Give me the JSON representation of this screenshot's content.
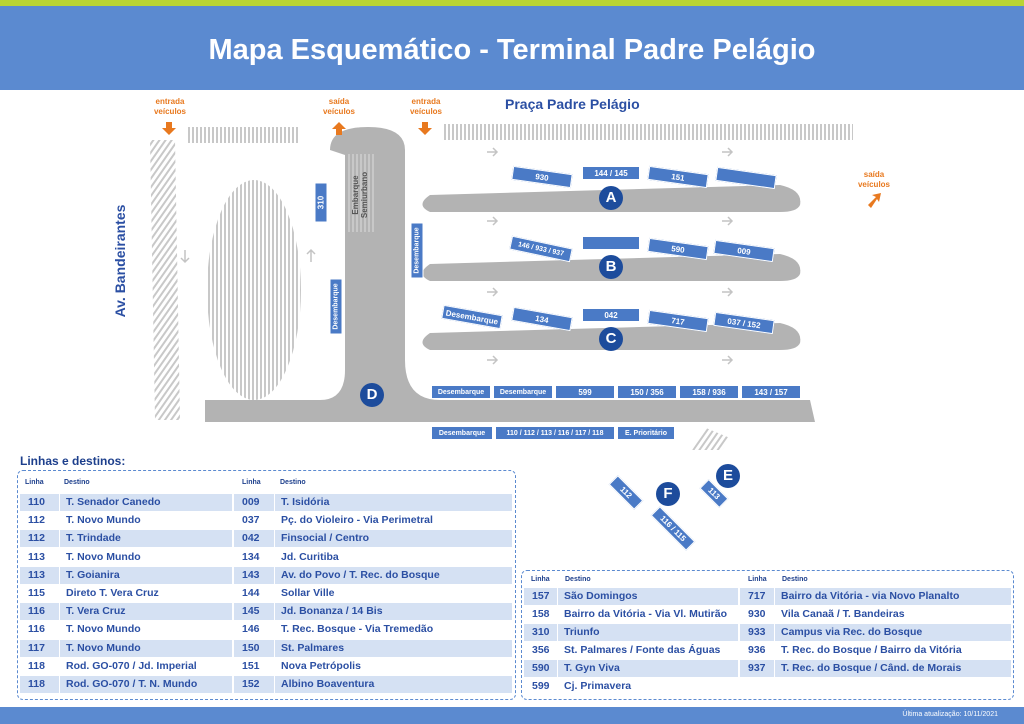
{
  "title": "Mapa Esquemático - Terminal Padre Pelágio",
  "footer": "Última atualização: 10/11/2021",
  "map": {
    "street_top": "Praça Padre Pelágio",
    "street_left": "Av. Bandeirantes",
    "entrada_left": "entrada\nveículos",
    "saida_top": "saída\nveículos",
    "entrada_right": "entrada\nveículos",
    "saida_right": "saída\nveículos",
    "embarque_semiurbano": "Embarque Semiurbano",
    "platforms": {
      "A": {
        "label": "A",
        "slots": [
          "930",
          "144 / 145",
          "151",
          ""
        ]
      },
      "B": {
        "label": "B",
        "slots": [
          "146 / 933 / 937",
          "",
          "590",
          "009"
        ]
      },
      "C": {
        "label": "C",
        "slots": [
          "Desembarque",
          "134",
          "042",
          "717",
          "037 / 152"
        ]
      },
      "D": {
        "label": "D",
        "slots_left": [
          "310",
          "Desembarque",
          "Desembarque"
        ],
        "slots_row1": [
          "Desembarque",
          "Desembarque",
          "599",
          "150 / 356",
          "158 / 936",
          "143 / 157"
        ],
        "slots_row2": [
          "Desembarque",
          "110 / 112 / 113 / 116 / 117 / 118",
          "E. Prioritário"
        ]
      },
      "E": {
        "label": "E",
        "slots": [
          "113"
        ]
      },
      "F": {
        "label": "F",
        "slots": [
          "112",
          "116 / 115"
        ]
      }
    }
  },
  "lines_title": "Linhas e destinos:",
  "table_left": {
    "headers": [
      "Linha",
      "Destino",
      "Linha",
      "Destino"
    ],
    "rows": [
      {
        "l1": "110",
        "d1": "T. Senador Canedo",
        "l2": "009",
        "d2": "T. Isidória"
      },
      {
        "l1": "112",
        "d1": "T. Novo Mundo",
        "l2": "037",
        "d2": "Pç. do Violeiro - Via Perimetral"
      },
      {
        "l1": "112",
        "d1": "T. Trindade",
        "l2": "042",
        "d2": "Finsocial / Centro"
      },
      {
        "l1": "113",
        "d1": "T. Novo Mundo",
        "l2": "134",
        "d2": "Jd. Curitiba"
      },
      {
        "l1": "113",
        "d1": "T. Goianira",
        "l2": "143",
        "d2": "Av. do Povo / T. Rec. do Bosque"
      },
      {
        "l1": "115",
        "d1": "Direto T. Vera Cruz",
        "l2": "144",
        "d2": "Sollar Ville"
      },
      {
        "l1": "116",
        "d1": "T. Vera Cruz",
        "l2": "145",
        "d2": "Jd. Bonanza / 14 Bis"
      },
      {
        "l1": "116",
        "d1": "T. Novo Mundo",
        "l2": "146",
        "d2": "T. Rec. Bosque - Via Tremedão"
      },
      {
        "l1": "117",
        "d1": "T. Novo Mundo",
        "l2": "150",
        "d2": "St. Palmares"
      },
      {
        "l1": "118",
        "d1": "Rod. GO-070 / Jd. Imperial",
        "l2": "151",
        "d2": "Nova Petrópolis"
      },
      {
        "l1": "118",
        "d1": "Rod. GO-070 / T. N. Mundo",
        "l2": "152",
        "d2": "Albino Boaventura"
      }
    ]
  },
  "table_right": {
    "headers": [
      "Linha",
      "Destino",
      "Linha",
      "Destino"
    ],
    "rows": [
      {
        "l1": "157",
        "d1": "São Domingos",
        "l2": "717",
        "d2": "Bairro da Vitória - via Novo Planalto"
      },
      {
        "l1": "158",
        "d1": "Bairro da Vitória - Via Vl. Mutirão",
        "l2": "930",
        "d2": "Vila Canaã / T. Bandeiras"
      },
      {
        "l1": "310",
        "d1": "Triunfo",
        "l2": "933",
        "d2": "Campus via Rec. do Bosque"
      },
      {
        "l1": "356",
        "d1": "St. Palmares / Fonte das Águas",
        "l2": "936",
        "d2": "T. Rec. do Bosque / Bairro da Vitória"
      },
      {
        "l1": "590",
        "d1": "T. Gyn Viva",
        "l2": "937",
        "d2": "T. Rec. do Bosque / Când. de Morais"
      },
      {
        "l1": "599",
        "d1": "Cj. Primavera",
        "l2": "",
        "d2": ""
      }
    ]
  },
  "colors": {
    "accent": "#5b8ad0",
    "slot": "#4a7ac6",
    "circle": "#1d4c9c",
    "platform": "#b3b3b3",
    "arrow_orange": "#e8791f",
    "top_line": "#b9d433"
  }
}
